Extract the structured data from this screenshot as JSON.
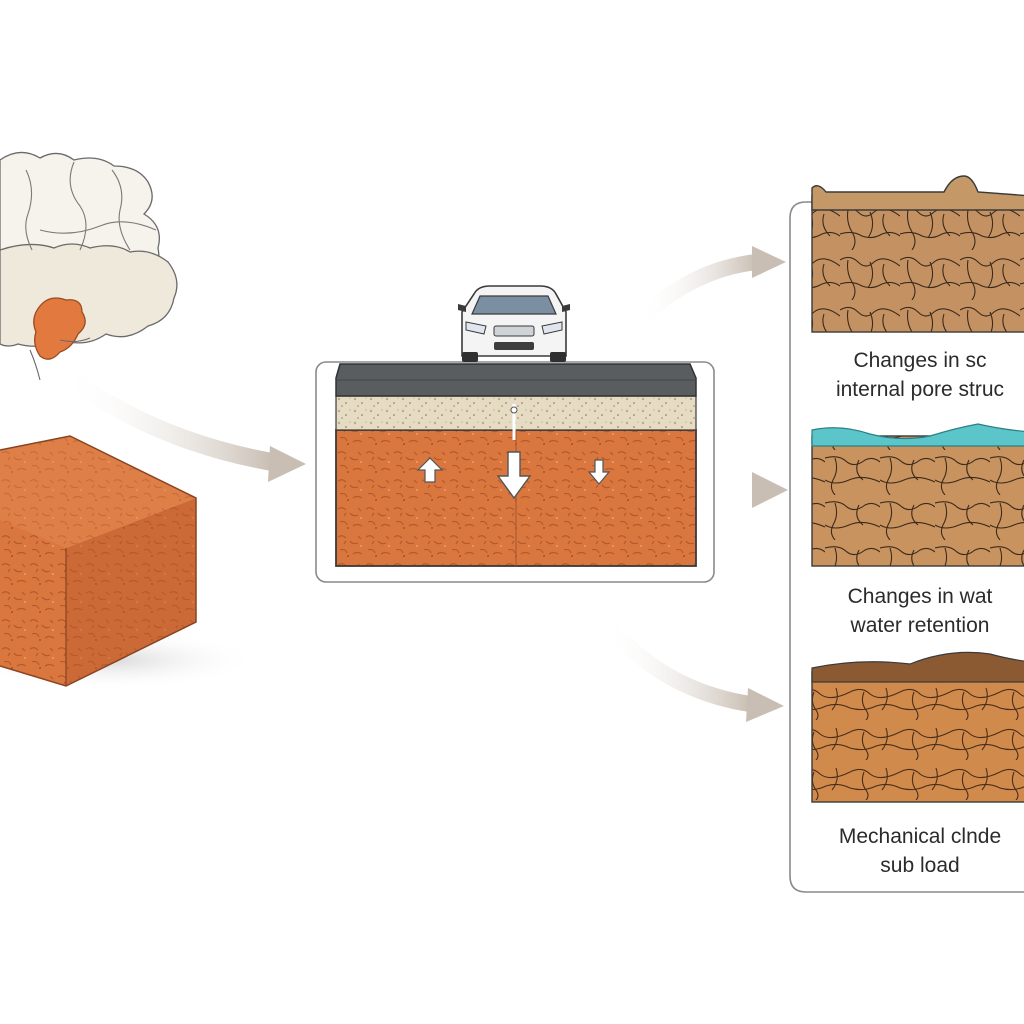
{
  "captions": {
    "pore": {
      "line1": "Changes in sc",
      "line2": "internal pore struc"
    },
    "water": {
      "line1": "Changes in wat",
      "line2": "water retention"
    },
    "mechanical": {
      "line1": "Mechanical clnde",
      "line2": "sub load"
    }
  },
  "icons": {
    "map": "region-map-icon",
    "block": "soil-block-icon",
    "car": "car-icon",
    "road": "road-cross-section",
    "arrows": "curved-arrow-icon"
  },
  "colors": {
    "soil": "#d9773f",
    "soil_dark": "#b45a2c",
    "dry_soil": "#c08f5a",
    "asphalt": "#5a5d60",
    "base_layer": "#e6dcc4",
    "water": "#5cc5c9",
    "arrow": "#d8d0c8",
    "highlight_region": "#e27a3f"
  }
}
